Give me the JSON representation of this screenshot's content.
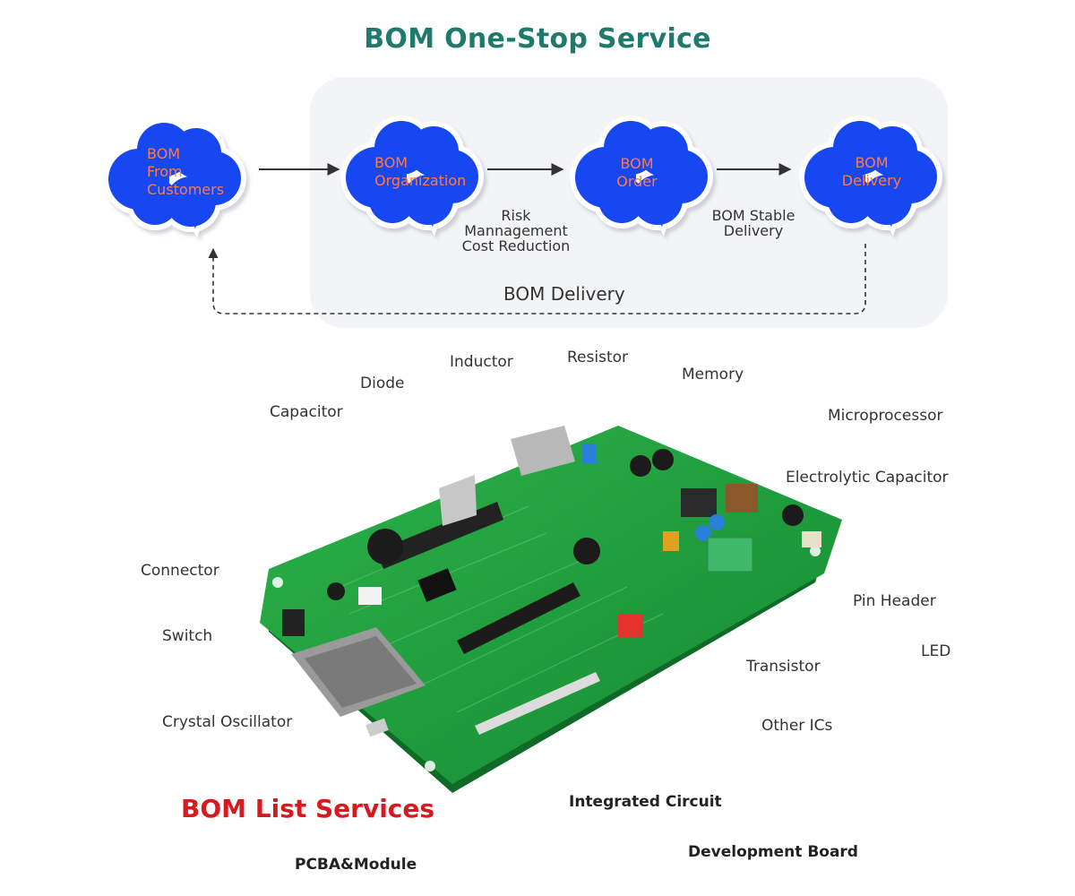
{
  "title": "BOM One-Stop Service",
  "flow": {
    "steps": [
      {
        "label": "BOM\nFrom\nCustomers"
      },
      {
        "label": "BOM\nOrganization"
      },
      {
        "label": "BOM\nOrder"
      },
      {
        "label": "BOM\nDelivery"
      }
    ],
    "notes": [
      {
        "text": "Risk\nMannagement\nCost Reduction"
      },
      {
        "text": "BOM Stable\nDelivery"
      }
    ],
    "return_label": "BOM Delivery"
  },
  "components": [
    "Inductor",
    "Resistor",
    "Diode",
    "Memory",
    "Capacitor",
    "Microprocessor",
    "Electrolytic Capacitor",
    "Connector",
    "Pin Header",
    "Switch",
    "LED",
    "Transistor",
    "Crystal Oscillator",
    "Other ICs"
  ],
  "section_title": "BOM List Services",
  "categories": [
    "Integrated Circuit",
    "Development Board",
    "PCBA&Module"
  ],
  "colors": {
    "title": "#1f7a6e",
    "cloud_fill": "#1446f0",
    "cloud_text": "#ff7a4a",
    "section_title": "#d71920",
    "pcb": "#1f9a3a"
  },
  "board_image": "green-pcb-development-board"
}
